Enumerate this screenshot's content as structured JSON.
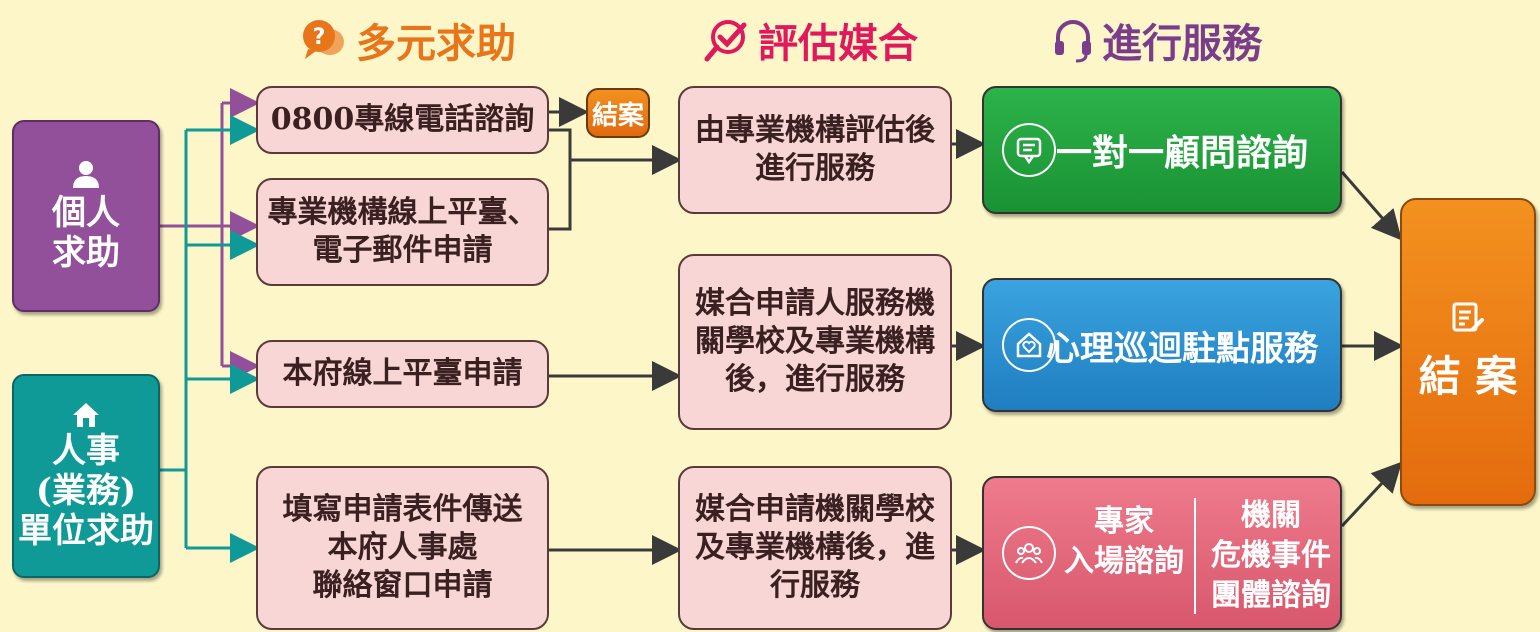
{
  "headers": {
    "col1": {
      "icon": "question-chat-icon",
      "text": "多元求助",
      "color": "#e8751a"
    },
    "col2": {
      "icon": "check-magnifier-icon",
      "text": "評估媒合",
      "color": "#e0195e"
    },
    "col3": {
      "icon": "headset-icon",
      "text": "進行服務",
      "color": "#7a3d8c"
    }
  },
  "sources": {
    "personal": {
      "icon": "person-icon",
      "lines": [
        "個人",
        "求助"
      ]
    },
    "unit": {
      "icon": "home-icon",
      "lines": [
        "人事",
        "(業務)",
        "單位求助"
      ]
    }
  },
  "channels": {
    "hotline": "0800專線電話諮詢",
    "online": [
      "專業機構線上平臺、",
      "電子郵件申請"
    ],
    "city_platform": "本府線上平臺申請",
    "form": [
      "填寫申請表件傳送",
      "本府人事處",
      "聯絡窗口申請"
    ]
  },
  "close_small": "結案",
  "assessment": {
    "a1": [
      "由專業機構評估後",
      "進行服務"
    ],
    "a2": [
      "媒合申請人服務機",
      "關學校及專業機構",
      "後，進行服務"
    ],
    "a3": [
      "媒合申請機關學校",
      "及專業機構後，進",
      "行服務"
    ]
  },
  "services": {
    "s1": {
      "icon": "chat-bubble-icon",
      "text": "一對一顧問諮詢"
    },
    "s2": {
      "icon": "heart-house-icon",
      "text": "心理巡迴駐點服務"
    },
    "s3": {
      "icon": "group-icon",
      "left": [
        "專家",
        "入場諮詢"
      ],
      "right": [
        "機關",
        "危機事件",
        "團體諮詢"
      ]
    }
  },
  "close_final": {
    "icon": "document-edit-icon",
    "text": "結 案"
  },
  "colors": {
    "purple": "#93509a",
    "teal": "#0f9a98",
    "connector": "#3a3a3a",
    "background": "#fdf6c8"
  }
}
